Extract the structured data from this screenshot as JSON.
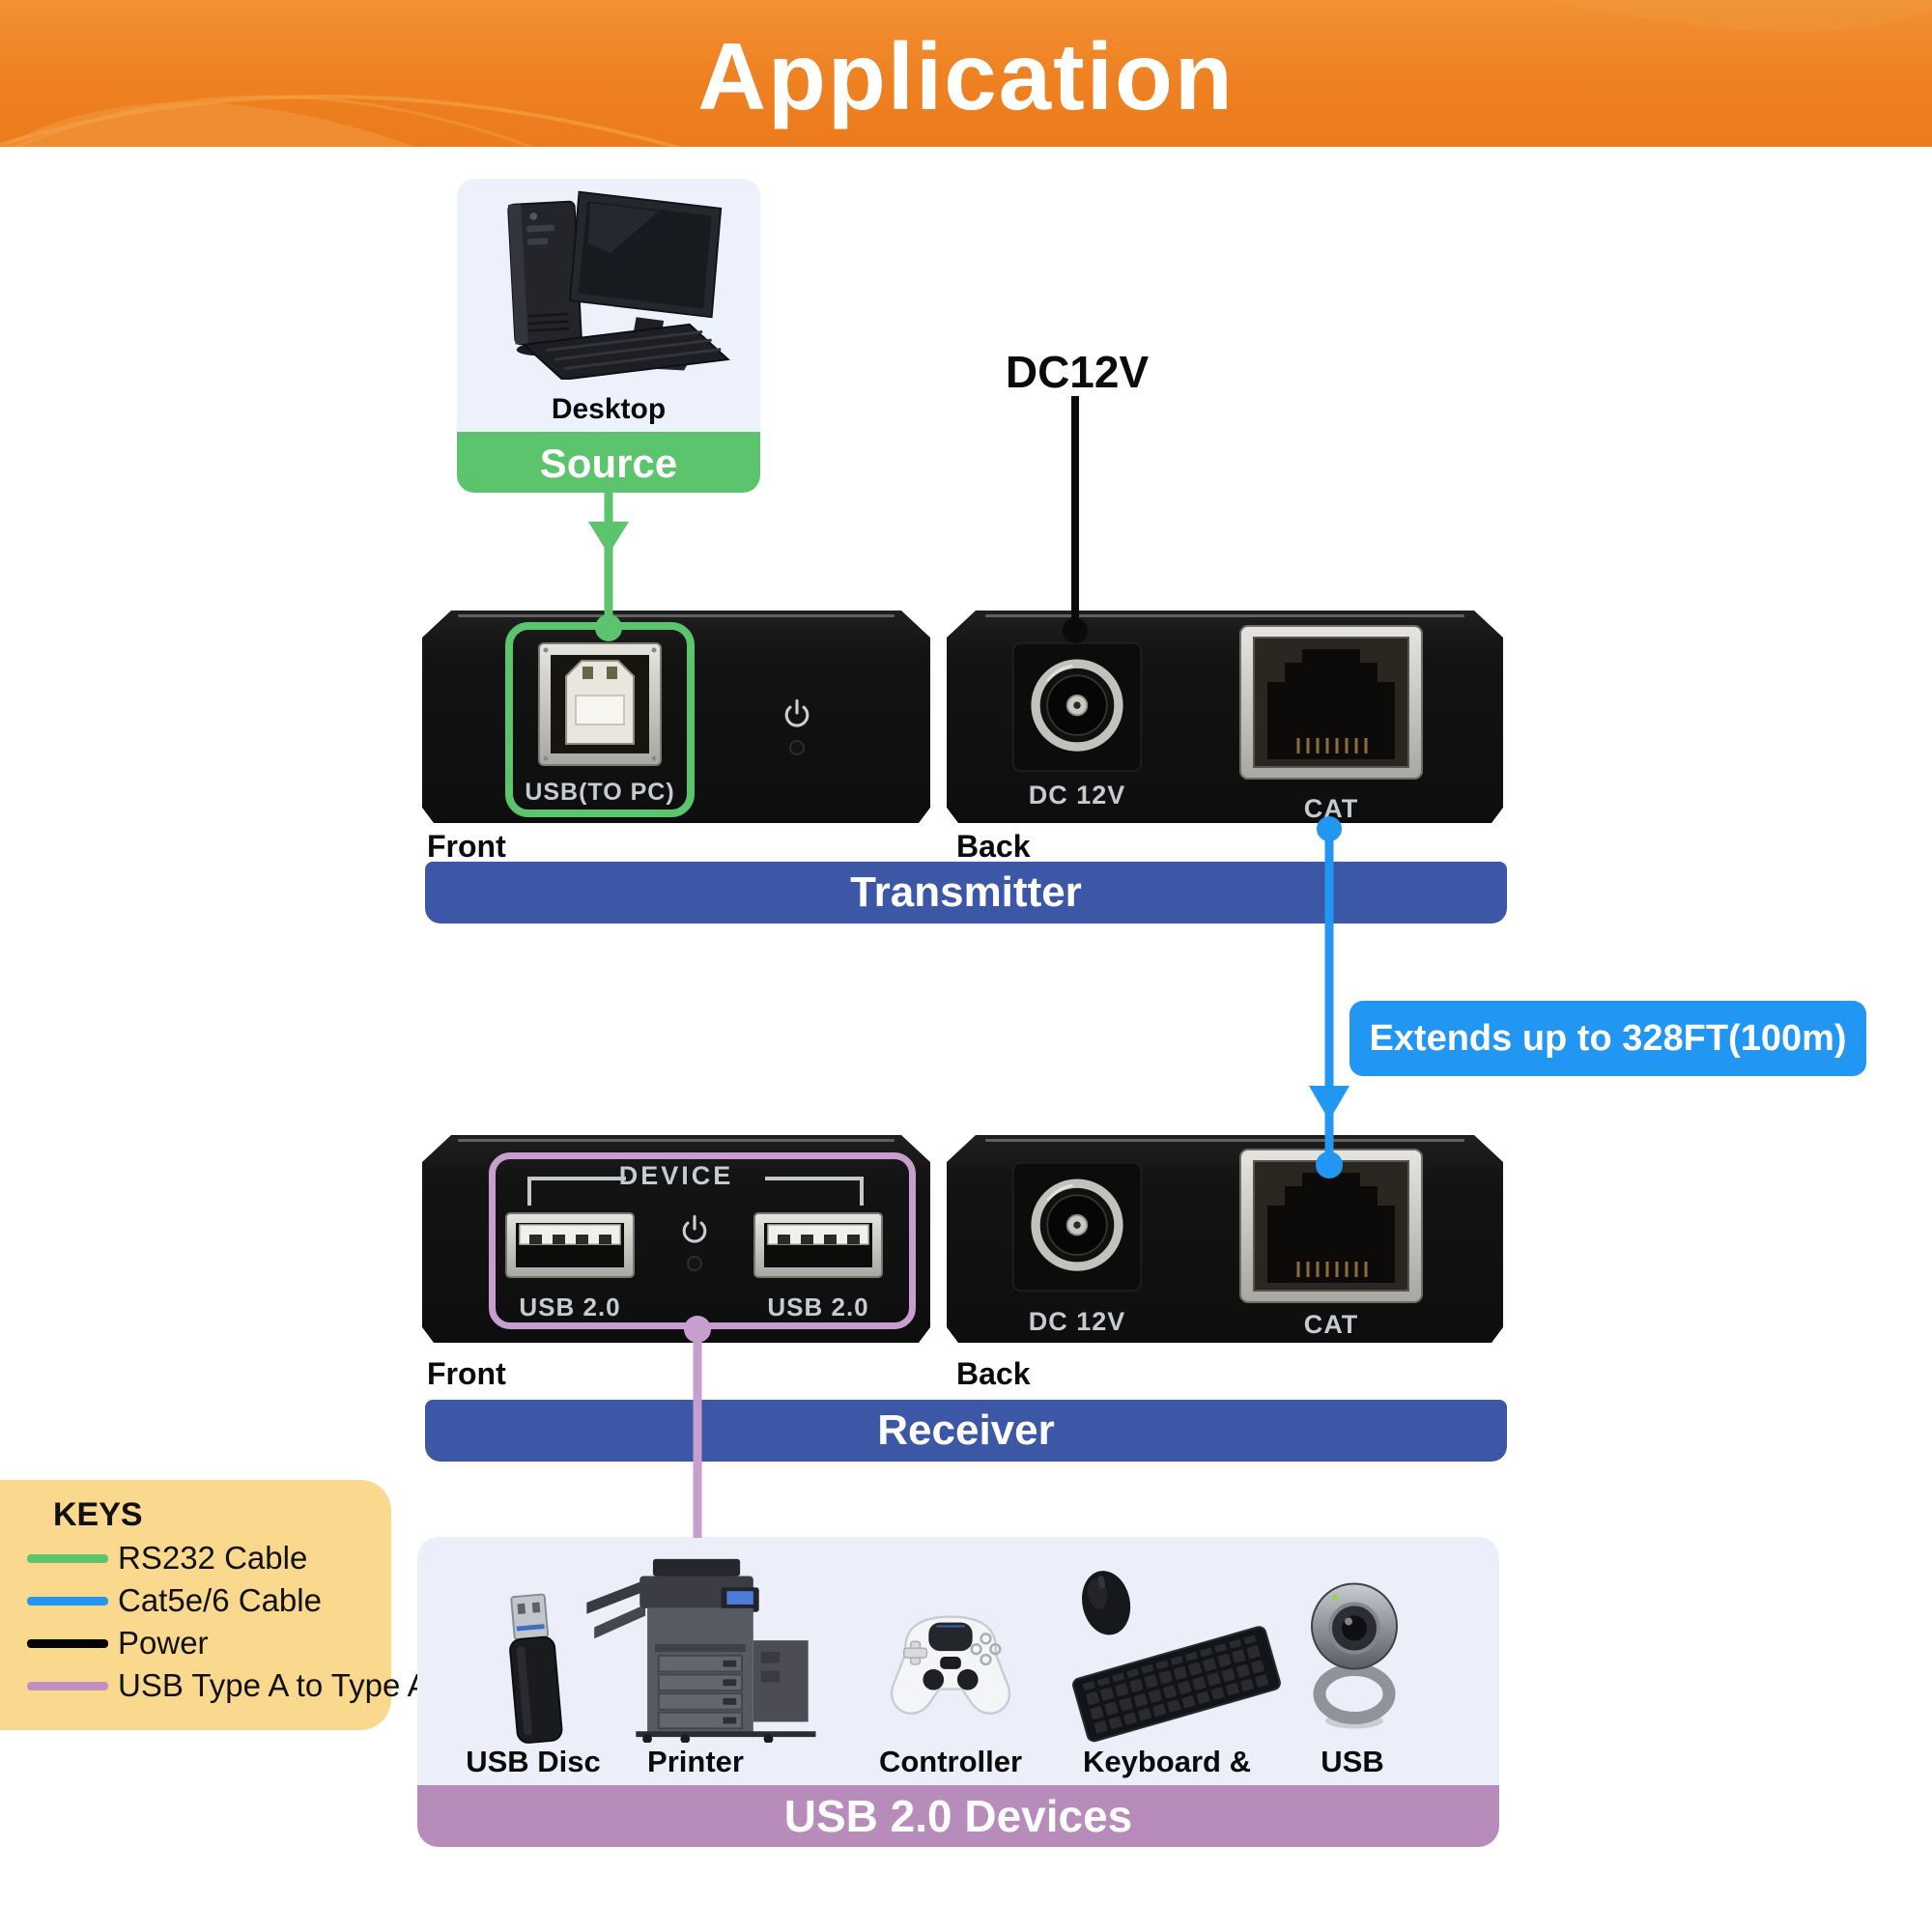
{
  "header": {
    "title": "Application"
  },
  "source": {
    "label": "Desktop",
    "banner": "Source"
  },
  "transmitter": {
    "banner": "Transmitter",
    "front_label": "Front",
    "back_label": "Back",
    "usb_port_label": "USB(TO PC)",
    "dc_port_label": "DC 12V",
    "cat_port_label": "CAT"
  },
  "receiver": {
    "banner": "Receiver",
    "front_label": "Front",
    "back_label": "Back",
    "device_group_label": "DEVICE",
    "usb_port_label": "USB 2.0",
    "dc_port_label": "DC 12V",
    "cat_port_label": "CAT"
  },
  "callouts": {
    "power": "DC12V",
    "extension": "Extends up to 328FT(100m)"
  },
  "keys": {
    "title": "KEYS",
    "items": [
      {
        "label": "RS232 Cable",
        "color": "#5BC46C"
      },
      {
        "label": "Cat5e/6 Cable",
        "color": "#2196F3"
      },
      {
        "label": "Power",
        "color": "#000000"
      },
      {
        "label": "USB Type A to Type A",
        "color": "#C18FC5"
      }
    ]
  },
  "devices_panel": {
    "banner": "USB 2.0 Devices",
    "items": [
      {
        "label": "USB Disc"
      },
      {
        "label": "Printer"
      },
      {
        "label": "Controller"
      },
      {
        "label": "Keyboard & Mouse"
      },
      {
        "label": "USB Camera"
      }
    ]
  },
  "colors": {
    "header_orange": "#EE8123",
    "source_green": "#5BC46C",
    "banner_blue": "#3B57A6",
    "cable_blue": "#2196F3",
    "usb_purple": "#C79FCF",
    "panel_purple": "#B78CBA",
    "keys_bg": "#FAD98E"
  }
}
